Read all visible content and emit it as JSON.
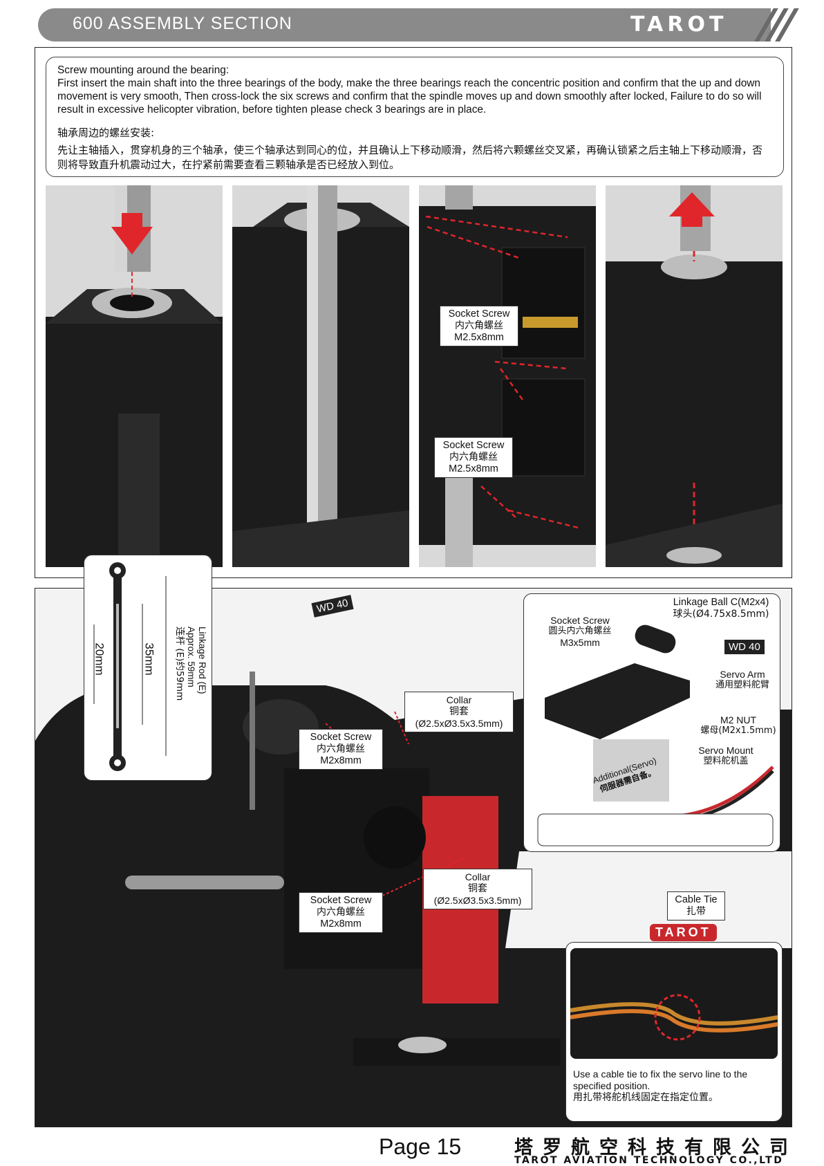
{
  "header": {
    "section_title": "600  ASSEMBLY  SECTION",
    "brand": "TAROT"
  },
  "instructions": {
    "en_heading": "Screw mounting around the bearing:",
    "en_body": "First insert the main shaft into the three bearings of the body, make the three bearings reach the concentric position and confirm that the up and down movement is very smooth, Then cross-lock the six screws and confirm that the spindle moves up and down smoothly after locked, Failure to do so will result in excessive helicopter vibration, before tighten please check 3 bearings are in place.",
    "zh_heading": "轴承周边的螺丝安装:",
    "zh_body": "先让主轴插入，贯穿机身的三个轴承，使三个轴承达到同心的位，并且确认上下移动顺滑，然后将六颗螺丝交叉紧，再确认锁紧之后主轴上下移动顺滑，否则将导致直升机震动过大，在拧紧前需要查看三颗轴承是否已经放入到位。"
  },
  "step_panels": {
    "socket_screw_top": {
      "en": "Socket Screw",
      "zh": "内六角螺丝",
      "size": "M2.5x8mm"
    },
    "socket_screw_bottom": {
      "en": "Socket Screw",
      "zh": "内六角螺丝",
      "size": "M2.5x8mm"
    }
  },
  "lower_section": {
    "linkage_rod": {
      "en": "Linkage Rod (E)",
      "approx": "Approx. 59mm",
      "zh": "连杆 (E)约59mm",
      "dim_inner": "20mm",
      "dim_outer": "35mm"
    },
    "wd40_a": "WD 40",
    "wd40_b": "WD 40",
    "collar_top": {
      "en": "Collar",
      "zh": "铜套",
      "size": "(Ø2.5xØ3.5x3.5mm)"
    },
    "collar_bottom": {
      "en": "Collar",
      "zh": "铜套",
      "size": "(Ø2.5xØ3.5x3.5mm)"
    },
    "socket_screw_top": {
      "en": "Socket Screw",
      "zh": "内六角螺丝",
      "size": "M2x8mm"
    },
    "socket_screw_bottom": {
      "en": "Socket Screw",
      "zh": "内六角螺丝",
      "size": "M2x8mm"
    },
    "servo_detail": {
      "socket_screw": {
        "en": "Socket Screw",
        "zh": "圆头内六角螺丝",
        "size": "M3x5mm"
      },
      "linkage_ball": {
        "en": "Linkage Ball C(M2x4)",
        "zh": "球头(Ø4.75x8.5mm)"
      },
      "servo_arm": {
        "en": "Servo Arm",
        "zh": "通用塑料舵臂"
      },
      "m2_nut": {
        "en": "M2 NUT",
        "zh": "螺母(M2x1.5mm)"
      },
      "servo_mount": {
        "en": "Servo  Mount",
        "zh": "塑料舵机盖"
      },
      "servo_note_en": "Additional(Servo)",
      "servo_note_zh": "伺服器需自备。"
    },
    "cable_tie": {
      "en": "Cable  Tie",
      "zh": "扎带"
    },
    "cable_note": {
      "en": "Use a cable tie to fix the servo line to the specified position.",
      "zh": "用扎带将舵机线固定在指定位置。"
    },
    "frame_brand": "TAROT"
  },
  "footer": {
    "page": "Page 15",
    "company_zh": "塔罗航空科技有限公司",
    "company_en": "TAROT AVIATION TECHNOLOGY CO.,LTD"
  },
  "colors": {
    "header_gray": "#8a8a8a",
    "arrow_red": "#e0262b",
    "dash_red": "#e0262b",
    "frame_black": "#1c1c1c",
    "servo_red": "#c8282c"
  }
}
